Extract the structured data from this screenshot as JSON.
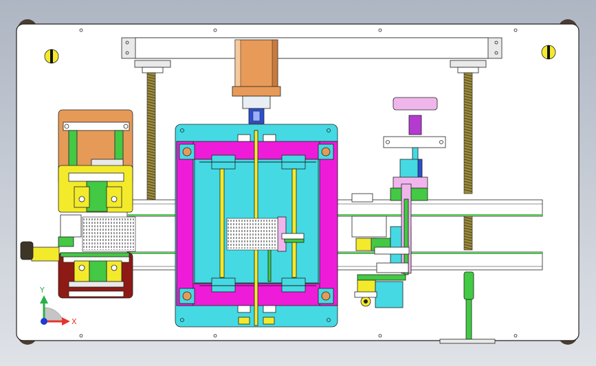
{
  "view": {
    "type": "CAD front view (SolidWorks-style shaded assembly)",
    "background_top": "#aeb6c3",
    "background_bottom": "#dfe2e7"
  },
  "triad": {
    "x_label": "X",
    "y_label": "Y",
    "x_color": "#e8352b",
    "y_color": "#28b04a",
    "z_color": "#1f3ad6"
  },
  "colors": {
    "plate": "#ffffff",
    "outline": "#202020",
    "bracket": "#e9e9e9",
    "motor": "#e89a58",
    "motor_housing": "#e8eef2",
    "cyan_plate": "#45d9e3",
    "magenta_frame": "#ee1cd9",
    "yellow": "#f3ea2c",
    "green": "#43c944",
    "dark_red": "#8e1a15",
    "lead_screw": "#9b8a3e",
    "purple": "#b53bd0",
    "pink": "#f0b6ec",
    "blue": "#2d4fd0",
    "orange_plate": "#e69a57",
    "foot": "#4a3d30"
  }
}
